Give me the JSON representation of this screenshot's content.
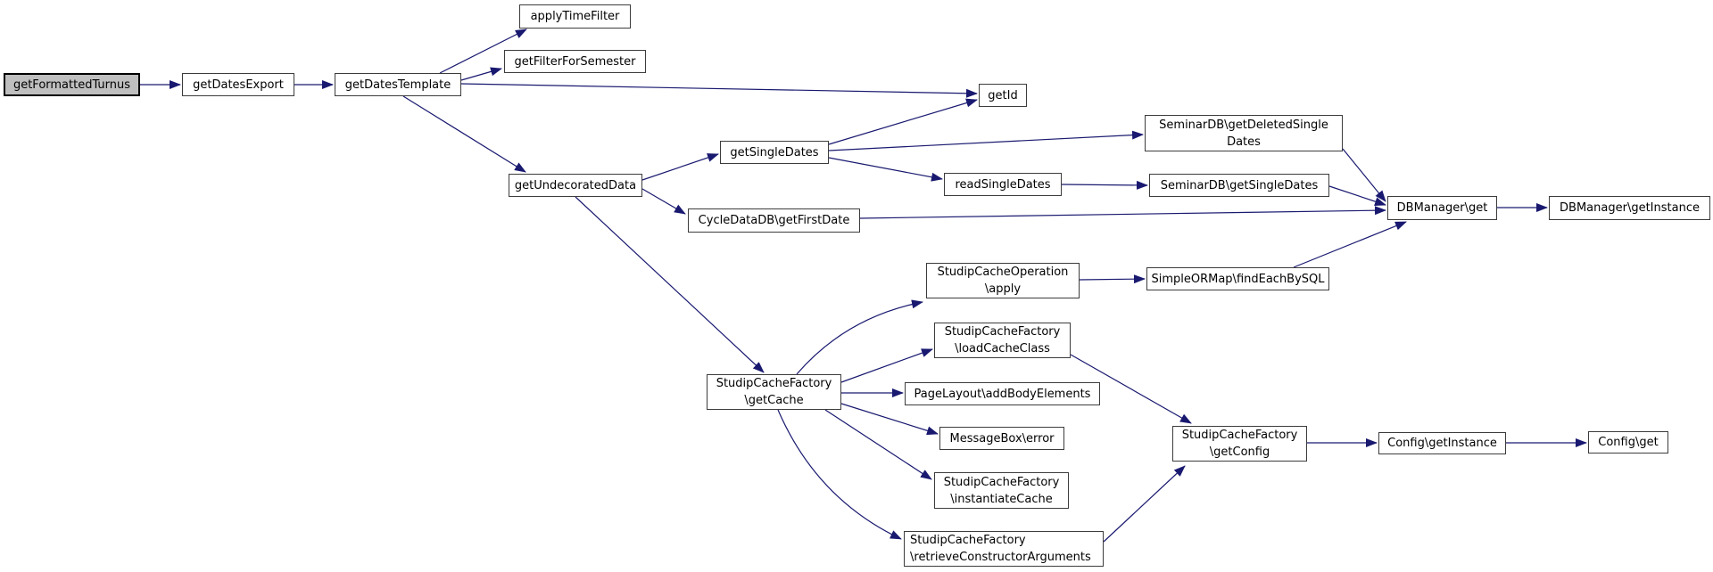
{
  "diagram": {
    "type": "doxygen-call-graph",
    "root_function": "getFormattedTurnus",
    "background": "#ffffff"
  },
  "colors": {
    "edge": "#191970",
    "node_fill": "#ffffff",
    "node_border": "#3c3c3c",
    "root_fill": "#bfbfbf",
    "root_border": "#000000",
    "text": "#000000"
  },
  "nodes": [
    {
      "id": "getFormattedTurnus",
      "label": "getFormattedTurnus",
      "lines": [
        "getFormattedTurnus"
      ],
      "root": true
    },
    {
      "id": "getDatesExport",
      "label": "getDatesExport",
      "lines": [
        "getDatesExport"
      ]
    },
    {
      "id": "getDatesTemplate",
      "label": "getDatesTemplate",
      "lines": [
        "getDatesTemplate"
      ]
    },
    {
      "id": "applyTimeFilter",
      "label": "applyTimeFilter",
      "lines": [
        "applyTimeFilter"
      ]
    },
    {
      "id": "getFilterForSemester",
      "label": "getFilterForSemester",
      "lines": [
        "getFilterForSemester"
      ]
    },
    {
      "id": "getUndecoratedData",
      "label": "getUndecoratedData",
      "lines": [
        "getUndecoratedData"
      ]
    },
    {
      "id": "getSingleDates",
      "label": "getSingleDates",
      "lines": [
        "getSingleDates"
      ]
    },
    {
      "id": "cycleGetFirstDate",
      "label": "CycleDataDB\\getFirstDate",
      "lines": [
        "CycleDataDB\\getFirstDate"
      ]
    },
    {
      "id": "getId",
      "label": "getId",
      "lines": [
        "getId"
      ]
    },
    {
      "id": "readSingleDates",
      "label": "readSingleDates",
      "lines": [
        "readSingleDates"
      ]
    },
    {
      "id": "semGetDeleted",
      "label": "SeminarDB\\getDeletedSingleDates",
      "lines": [
        "SeminarDB\\getDeletedSingle",
        "Dates"
      ]
    },
    {
      "id": "semGetSingle",
      "label": "SeminarDB\\getSingleDates",
      "lines": [
        "SeminarDB\\getSingleDates"
      ]
    },
    {
      "id": "dbmGet",
      "label": "DBManager\\get",
      "lines": [
        "DBManager\\get"
      ]
    },
    {
      "id": "dbmGetInstance",
      "label": "DBManager\\getInstance",
      "lines": [
        "DBManager\\getInstance"
      ]
    },
    {
      "id": "applyOp",
      "label": "StudipCacheOperation\\apply",
      "lines": [
        "StudipCacheOperation",
        "\\apply"
      ]
    },
    {
      "id": "findEachBySQL",
      "label": "SimpleORMap\\findEachBySQL",
      "lines": [
        "SimpleORMap\\findEachBySQL"
      ]
    },
    {
      "id": "getCache",
      "label": "StudipCacheFactory\\getCache",
      "lines": [
        "StudipCacheFactory",
        "\\getCache"
      ]
    },
    {
      "id": "loadCacheClass",
      "label": "StudipCacheFactory\\loadCacheClass",
      "lines": [
        "StudipCacheFactory",
        "\\loadCacheClass"
      ]
    },
    {
      "id": "pageLayoutAdd",
      "label": "PageLayout\\addBodyElements",
      "lines": [
        "PageLayout\\addBodyElements"
      ]
    },
    {
      "id": "messageBoxError",
      "label": "MessageBox\\error",
      "lines": [
        "MessageBox\\error"
      ]
    },
    {
      "id": "getConfig",
      "label": "StudipCacheFactory\\getConfig",
      "lines": [
        "StudipCacheFactory",
        "\\getConfig"
      ]
    },
    {
      "id": "configGetInstance",
      "label": "Config\\getInstance",
      "lines": [
        "Config\\getInstance"
      ]
    },
    {
      "id": "configGet",
      "label": "Config\\get",
      "lines": [
        "Config\\get"
      ]
    },
    {
      "id": "instantiateCache",
      "label": "StudipCacheFactory\\instantiateCache",
      "lines": [
        "StudipCacheFactory",
        "\\instantiateCache"
      ]
    },
    {
      "id": "retrieveCtorArgs",
      "label": "StudipCacheFactory\\retrieveConstructorArguments",
      "lines": [
        "StudipCacheFactory",
        "\\retrieveConstructorArguments"
      ],
      "align": "left"
    }
  ],
  "edges": [
    {
      "from": "getFormattedTurnus",
      "to": "getDatesExport"
    },
    {
      "from": "getDatesExport",
      "to": "getDatesTemplate"
    },
    {
      "from": "getDatesTemplate",
      "to": "applyTimeFilter"
    },
    {
      "from": "getDatesTemplate",
      "to": "getFilterForSemester"
    },
    {
      "from": "getDatesTemplate",
      "to": "getId"
    },
    {
      "from": "getDatesTemplate",
      "to": "getUndecoratedData"
    },
    {
      "from": "getUndecoratedData",
      "to": "getSingleDates"
    },
    {
      "from": "getUndecoratedData",
      "to": "cycleGetFirstDate"
    },
    {
      "from": "getUndecoratedData",
      "to": "getCache"
    },
    {
      "from": "getSingleDates",
      "to": "getId"
    },
    {
      "from": "getSingleDates",
      "to": "semGetDeleted"
    },
    {
      "from": "getSingleDates",
      "to": "readSingleDates"
    },
    {
      "from": "readSingleDates",
      "to": "semGetSingle"
    },
    {
      "from": "semGetDeleted",
      "to": "dbmGet"
    },
    {
      "from": "semGetSingle",
      "to": "dbmGet"
    },
    {
      "from": "cycleGetFirstDate",
      "to": "dbmGet"
    },
    {
      "from": "dbmGet",
      "to": "dbmGetInstance"
    },
    {
      "from": "applyOp",
      "to": "findEachBySQL"
    },
    {
      "from": "findEachBySQL",
      "to": "dbmGet"
    },
    {
      "from": "getCache",
      "to": "applyOp"
    },
    {
      "from": "getCache",
      "to": "loadCacheClass"
    },
    {
      "from": "getCache",
      "to": "pageLayoutAdd"
    },
    {
      "from": "getCache",
      "to": "messageBoxError"
    },
    {
      "from": "getCache",
      "to": "instantiateCache"
    },
    {
      "from": "getCache",
      "to": "retrieveCtorArgs"
    },
    {
      "from": "loadCacheClass",
      "to": "getConfig"
    },
    {
      "from": "retrieveCtorArgs",
      "to": "getConfig"
    },
    {
      "from": "getConfig",
      "to": "configGetInstance"
    },
    {
      "from": "configGetInstance",
      "to": "configGet"
    }
  ]
}
